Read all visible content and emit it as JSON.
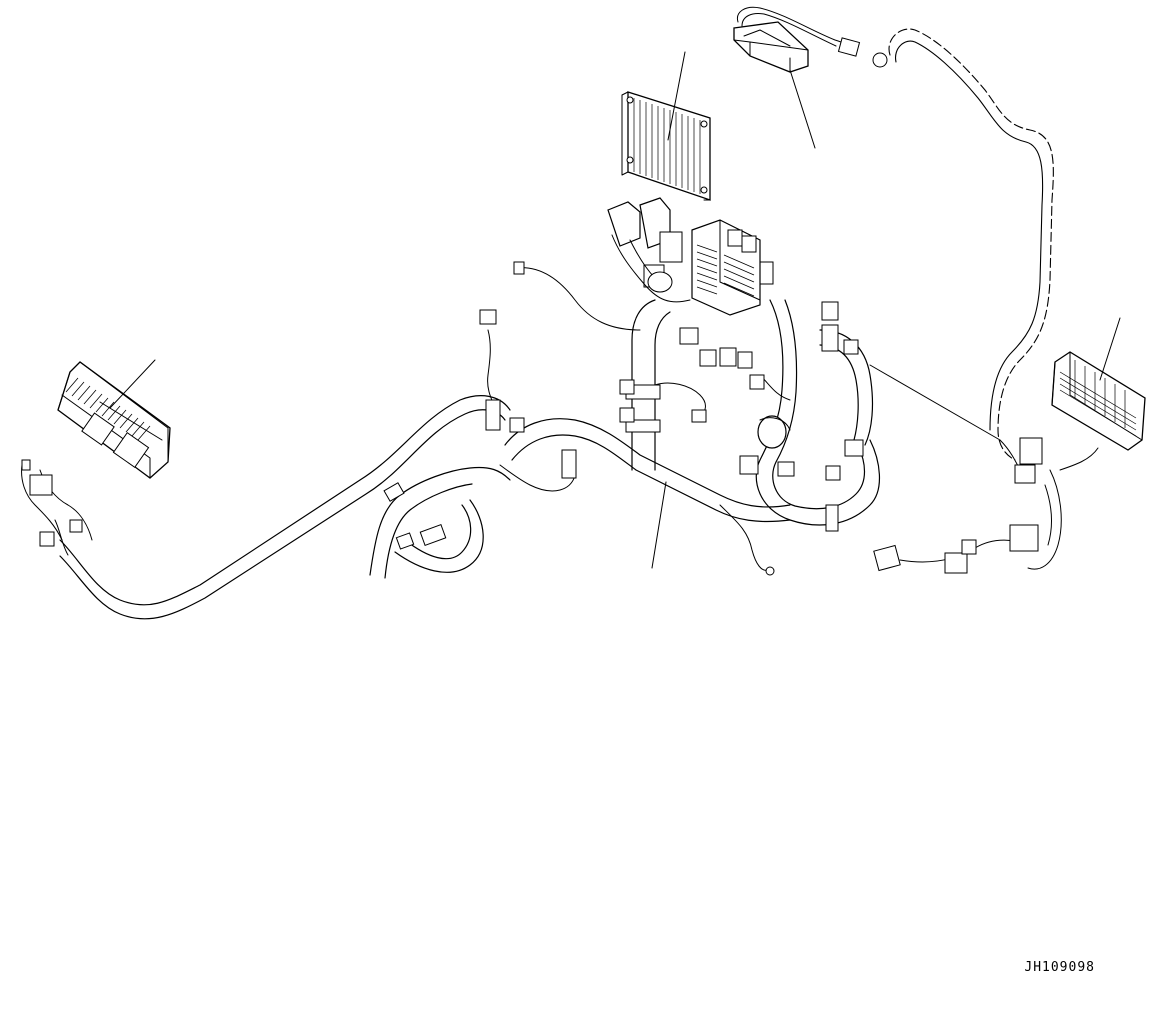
{
  "drawing": {
    "code": "JH109098",
    "colors": {
      "ink": "#000000",
      "paper": "#ffffff"
    },
    "components": [
      "ecu-left",
      "screen-panel",
      "fuse-relay-block",
      "antenna-module",
      "controller-right",
      "main-harness"
    ]
  }
}
